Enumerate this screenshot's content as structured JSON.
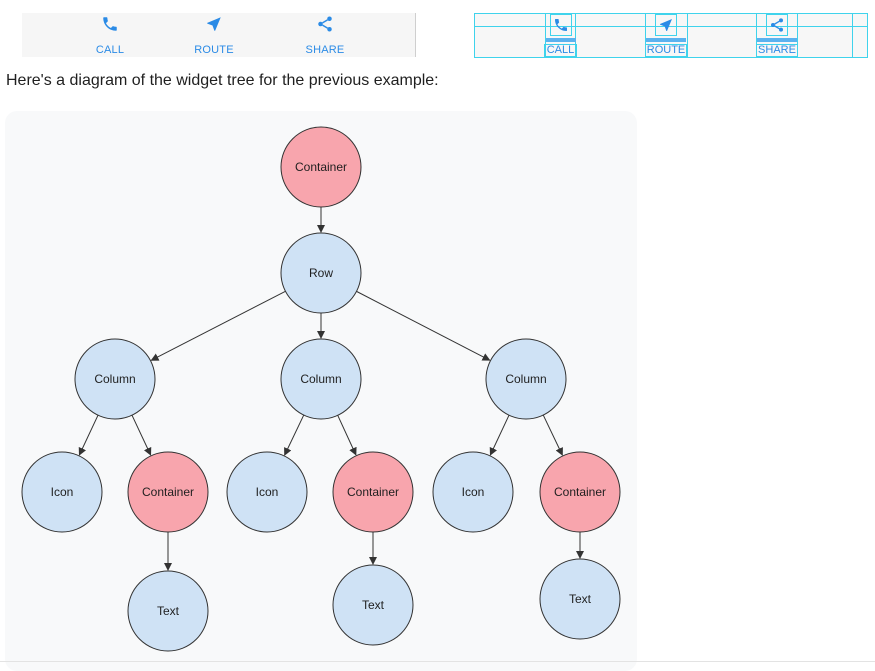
{
  "preview": {
    "buttons": [
      {
        "label": "CALL",
        "icon": "phone-icon"
      },
      {
        "label": "ROUTE",
        "icon": "navigation-icon"
      },
      {
        "label": "SHARE",
        "icon": "share-icon"
      }
    ]
  },
  "debug_preview": {
    "buttons": [
      {
        "label": "CALL",
        "icon": "phone-icon"
      },
      {
        "label": "ROUTE",
        "icon": "navigation-icon"
      },
      {
        "label": "SHARE",
        "icon": "share-icon"
      }
    ]
  },
  "caption": "Here's a diagram of the widget tree for the previous example:",
  "tree": {
    "nodes": [
      {
        "id": "n0",
        "label": "Container",
        "kind": "container"
      },
      {
        "id": "n1",
        "label": "Row",
        "kind": "widget"
      },
      {
        "id": "n2",
        "label": "Column",
        "kind": "widget"
      },
      {
        "id": "n3",
        "label": "Column",
        "kind": "widget"
      },
      {
        "id": "n4",
        "label": "Column",
        "kind": "widget"
      },
      {
        "id": "n5",
        "label": "Icon",
        "kind": "widget"
      },
      {
        "id": "n6",
        "label": "Container",
        "kind": "container"
      },
      {
        "id": "n7",
        "label": "Icon",
        "kind": "widget"
      },
      {
        "id": "n8",
        "label": "Container",
        "kind": "container"
      },
      {
        "id": "n9",
        "label": "Icon",
        "kind": "widget"
      },
      {
        "id": "n10",
        "label": "Container",
        "kind": "container"
      },
      {
        "id": "n11",
        "label": "Text",
        "kind": "widget"
      },
      {
        "id": "n12",
        "label": "Text",
        "kind": "widget"
      },
      {
        "id": "n13",
        "label": "Text",
        "kind": "widget"
      }
    ],
    "edges": [
      [
        "n0",
        "n1"
      ],
      [
        "n1",
        "n2"
      ],
      [
        "n1",
        "n3"
      ],
      [
        "n1",
        "n4"
      ],
      [
        "n2",
        "n5"
      ],
      [
        "n2",
        "n6"
      ],
      [
        "n3",
        "n7"
      ],
      [
        "n3",
        "n8"
      ],
      [
        "n4",
        "n9"
      ],
      [
        "n4",
        "n10"
      ],
      [
        "n6",
        "n11"
      ],
      [
        "n8",
        "n12"
      ],
      [
        "n10",
        "n13"
      ]
    ],
    "colors": {
      "container_fill": "#f8a5ad",
      "widget_fill": "#cfe2f5",
      "stroke": "#333333"
    }
  }
}
